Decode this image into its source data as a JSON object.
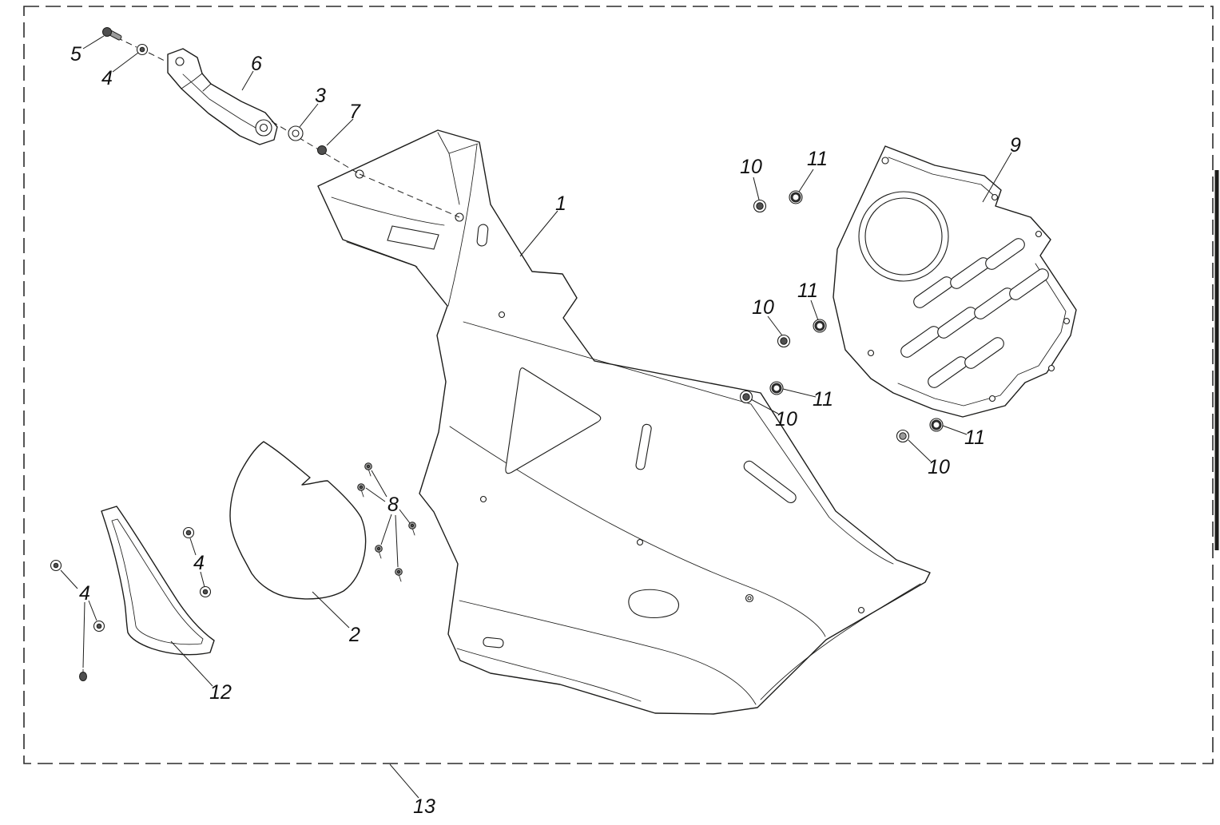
{
  "diagram": {
    "background_color": "#ffffff",
    "line_color": "#1d1d1b",
    "callouts": [
      {
        "label": "5"
      },
      {
        "label": "4"
      },
      {
        "label": "6"
      },
      {
        "label": "3"
      },
      {
        "label": "7"
      },
      {
        "label": "1"
      },
      {
        "label": "10"
      },
      {
        "label": "11"
      },
      {
        "label": "9"
      },
      {
        "label": "10"
      },
      {
        "label": "11"
      },
      {
        "label": "11"
      },
      {
        "label": "10"
      },
      {
        "label": "11"
      },
      {
        "label": "10"
      },
      {
        "label": "8"
      },
      {
        "label": "4"
      },
      {
        "label": "2"
      },
      {
        "label": "4"
      },
      {
        "label": "12"
      },
      {
        "label": "13"
      }
    ]
  }
}
